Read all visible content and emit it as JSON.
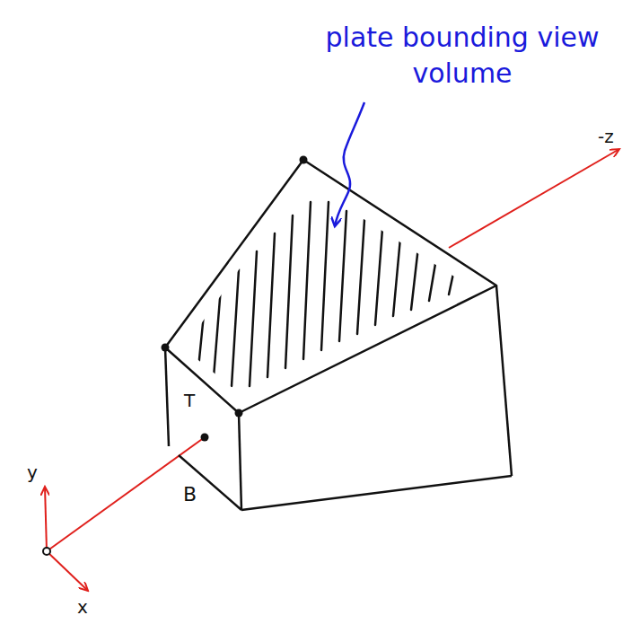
{
  "diagram": {
    "labels": [
      "plate bounding view volume",
      "-z",
      "T",
      "B",
      "y",
      "x"
    ]
  }
}
